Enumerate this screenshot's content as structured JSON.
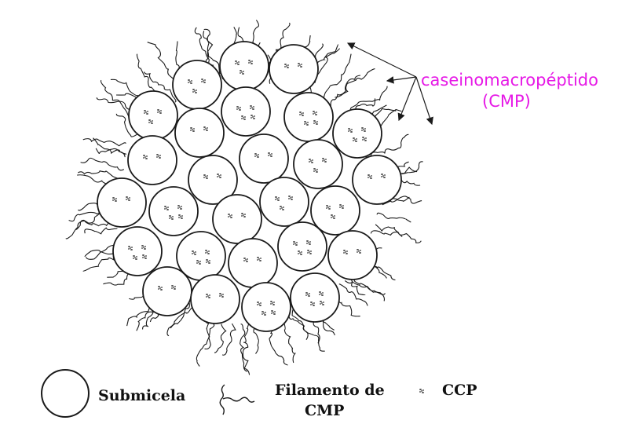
{
  "annotation": {
    "line1": "caseinomacropéptido",
    "line2": "(CMP)",
    "color": "#e619e6"
  },
  "legend": {
    "submicela": "Submicela",
    "filamento_line1": "Filamento de",
    "filamento_line2": "CMP",
    "ccp": "CCP"
  },
  "diagram": {
    "stroke_color": "#1a1a1a",
    "dot_color": "#333333"
  }
}
